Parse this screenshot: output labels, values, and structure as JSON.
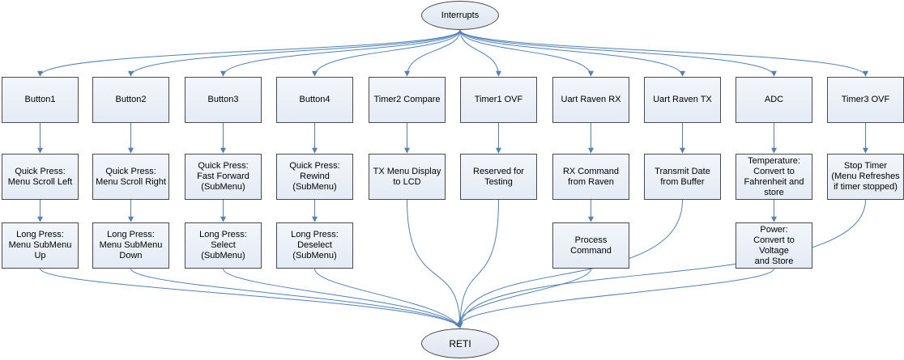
{
  "start": "Interrupts",
  "end": "RETI",
  "columns": [
    {
      "id": "button1",
      "title": "Button1",
      "steps": [
        "Quick Press:\nMenu Scroll Left",
        "Long Press:\nMenu SubMenu\nUp"
      ]
    },
    {
      "id": "button2",
      "title": "Button2",
      "steps": [
        "Quick Press:\nMenu Scroll Right",
        "Long Press:\nMenu SubMenu\nDown"
      ]
    },
    {
      "id": "button3",
      "title": "Button3",
      "steps": [
        "Quick Press:\nFast Forward\n(SubMenu)",
        "Long Press:\nSelect\n(SubMenu)"
      ]
    },
    {
      "id": "button4",
      "title": "Button4",
      "steps": [
        "Quick Press:\nRewind\n(SubMenu)",
        "Long Press:\nDeselect\n(SubMenu)"
      ]
    },
    {
      "id": "timer2-compare",
      "title": "Timer2 Compare",
      "steps": [
        "TX Menu Display\nto LCD"
      ]
    },
    {
      "id": "timer1-ovf",
      "title": "Timer1 OVF",
      "steps": [
        "Reserved for\nTesting"
      ]
    },
    {
      "id": "uart-raven-rx",
      "title": "Uart Raven RX",
      "steps": [
        "RX Command\nfrom Raven",
        "Process\nCommand"
      ]
    },
    {
      "id": "uart-raven-tx",
      "title": "Uart Raven TX",
      "steps": [
        "Transmit Date\nfrom Buffer"
      ]
    },
    {
      "id": "adc",
      "title": "ADC",
      "steps": [
        "Temperature:\nConvert to\nFahrenheit and\nstore",
        "Power:\nConvert to Voltage\nand Store"
      ]
    },
    {
      "id": "timer3-ovf",
      "title": "Timer3 OVF",
      "steps": [
        "Stop Timer\n(Menu Refreshes\nif timer stopped)"
      ]
    }
  ]
}
